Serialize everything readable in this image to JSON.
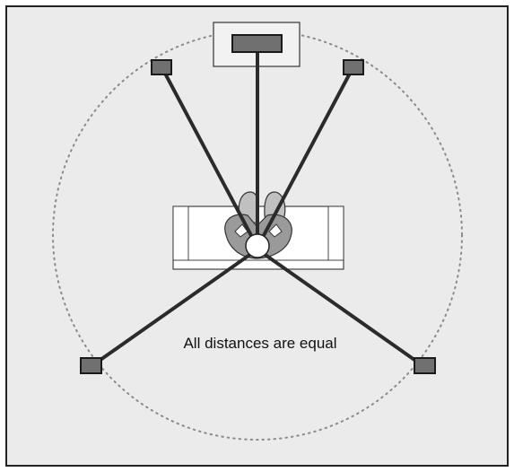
{
  "caption": "All distances are equal",
  "colors": {
    "room_fill": "#ebebeb",
    "room_border": "#222222",
    "circle": "#8a8a8a",
    "cable": "#2b2b2b",
    "speaker_fill": "#707070",
    "speaker_border": "#1a1a1a",
    "tv_stand_fill": "#f2f2f2",
    "sofa_fill": "#ffffff",
    "listener_body": "#9a9a9a",
    "listener_head": "#ffffff"
  },
  "elements": {
    "center_speaker": "center-speaker",
    "front_left_speaker": "front-left-speaker",
    "front_right_speaker": "front-right-speaker",
    "surround_left_speaker": "surround-left-speaker",
    "surround_right_speaker": "surround-right-speaker",
    "listener": "listener-top-view",
    "sofa": "sofa"
  }
}
